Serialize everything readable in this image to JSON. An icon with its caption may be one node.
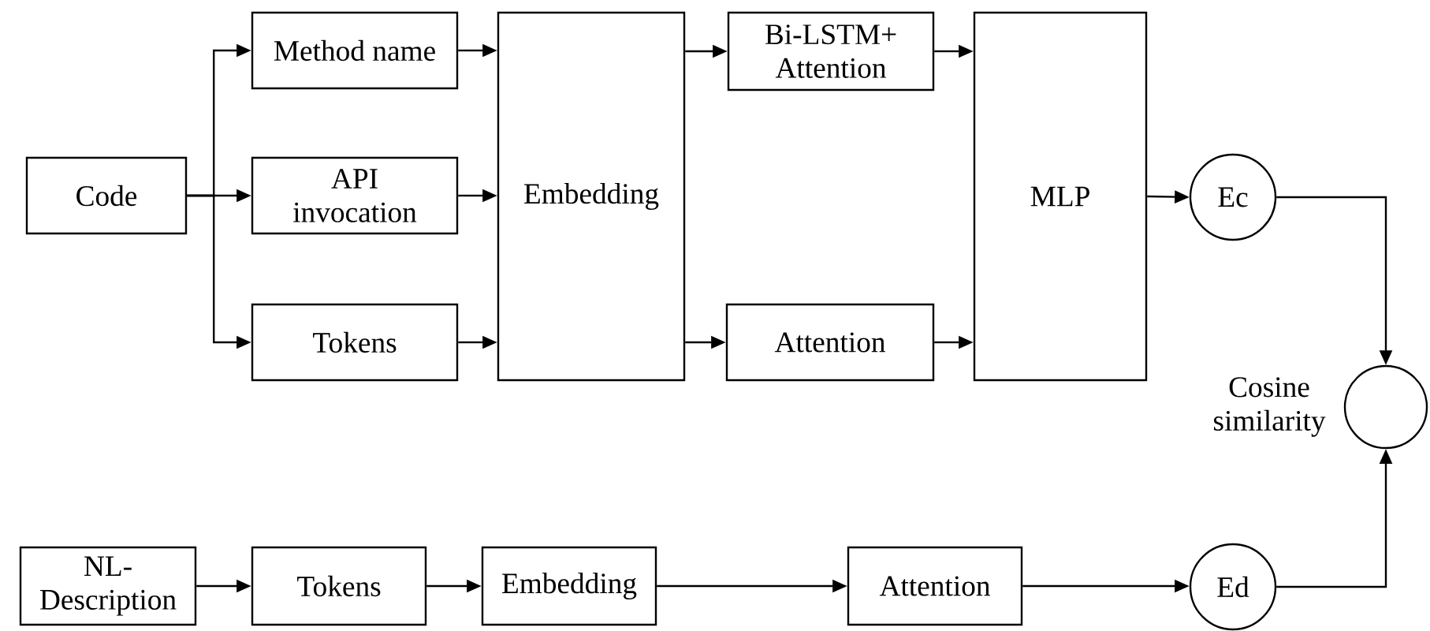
{
  "diagram": {
    "nodes": [
      {
        "text": [
          "Code"
        ]
      },
      {
        "text": [
          "Method name"
        ]
      },
      {
        "text": [
          "API invocation"
        ]
      },
      {
        "text": [
          "Tokens"
        ]
      },
      {
        "text": [
          "Embedding"
        ]
      },
      {
        "text": [
          "Bi-LSTM+ Attention"
        ]
      },
      {
        "text": [
          "Attention"
        ]
      },
      {
        "text": [
          "MLP"
        ]
      },
      {
        "text": [
          "Ec"
        ]
      },
      {
        "text": [],
        "shape": "circle",
        "beside": [
          "Cosine similarity"
        ]
      },
      {
        "text": [
          "NL-Description"
        ]
      },
      {
        "text": [
          "Tokens"
        ]
      },
      {
        "text": [
          "Embedding"
        ]
      },
      {
        "text": [
          "Attention"
        ]
      },
      {
        "text": [
          "Ed"
        ]
      }
    ],
    "edges": [
      {
        "from": 0,
        "to": 1,
        "arrow": "to"
      },
      {
        "from": 0,
        "to": 2,
        "arrow": "to"
      },
      {
        "from": 0,
        "to": 3,
        "arrow": "to"
      },
      {
        "from": 1,
        "to": 4,
        "arrow": "to"
      },
      {
        "from": 2,
        "to": 4,
        "arrow": "to"
      },
      {
        "from": 3,
        "to": 4,
        "arrow": "to"
      },
      {
        "from": 4,
        "to": 5,
        "arrow": "to"
      },
      {
        "from": 4,
        "to": 6,
        "arrow": "to"
      },
      {
        "from": 5,
        "to": 7,
        "arrow": "to"
      },
      {
        "from": 6,
        "to": 7,
        "arrow": "to"
      },
      {
        "from": 7,
        "to": 8,
        "arrow": "to"
      },
      {
        "from": 8,
        "to": 9,
        "arrow": "to"
      },
      {
        "from": 10,
        "to": 11,
        "arrow": "to"
      },
      {
        "from": 11,
        "to": 12,
        "arrow": "to"
      },
      {
        "from": 12,
        "to": 13,
        "arrow": "to"
      },
      {
        "from": 13,
        "to": 14,
        "arrow": "to"
      },
      {
        "from": 14,
        "to": 9,
        "arrow": "to"
      }
    ]
  }
}
